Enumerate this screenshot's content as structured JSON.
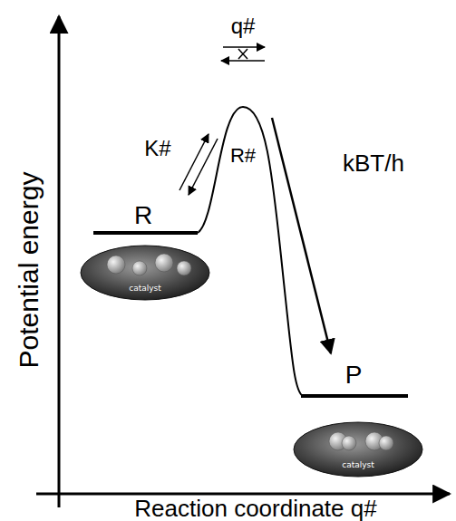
{
  "diagram": {
    "nodes": [
      {
        "text": [
          "catalyst"
        ]
      },
      {
        "text": [
          "catalyst"
        ]
      }
    ],
    "labels": [
      "Potential energy",
      "Reaction coordinate q#",
      "R",
      "K#",
      "q#",
      "R#",
      "kBT/h",
      "P"
    ]
  }
}
